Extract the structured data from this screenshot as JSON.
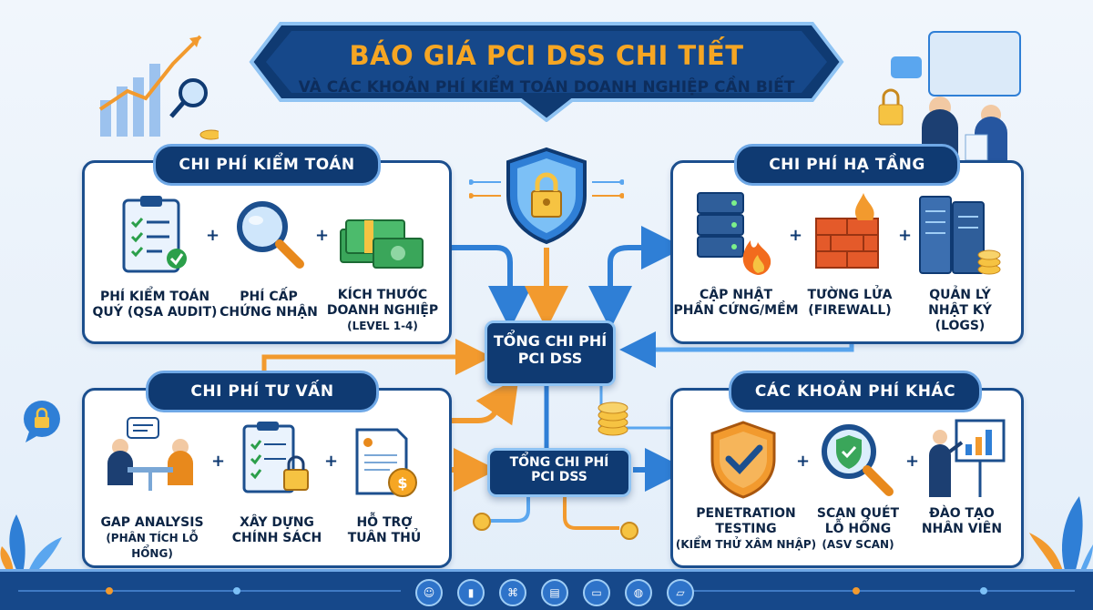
{
  "title": {
    "line1": "BÁO GIÁ PCI DSS CHI TIẾT",
    "line2": "VÀ CÁC KHOẢN PHÍ KIỂM TOÁN DOANH NGHIỆP CẦN BIẾT"
  },
  "hub_top": {
    "line1": "TỔNG CHI PHÍ",
    "line2": "PCI DSS"
  },
  "hub_bottom": {
    "line1": "TỔNG CHI PHÍ",
    "line2": "PCI DSS"
  },
  "audit": {
    "heading": "CHI PHÍ KIỂM TOÁN",
    "items": [
      {
        "icon": "clipboard-checklist-icon",
        "label1": "PHÍ KIỂM TOÁN",
        "label2": "QUÝ (QSA AUDIT)"
      },
      {
        "icon": "magnifier-icon",
        "label1": "PHÍ CẤP",
        "label2": "CHỨNG NHẬN"
      },
      {
        "icon": "money-stack-icon",
        "label1": "KÍCH THƯỚC",
        "label2": "DOANH NGHIỆP",
        "label3": "(LEVEL 1-4)"
      }
    ]
  },
  "infra": {
    "heading": "CHI PHÍ HẠ TẦNG",
    "items": [
      {
        "icon": "server-fire-icon",
        "label1": "CẬP NHẬT",
        "label2": "PHẦN CỨNG/MỀM"
      },
      {
        "icon": "firewall-icon",
        "label1": "TƯỜNG LỬA",
        "label2": "(FIREWALL)"
      },
      {
        "icon": "server-rack-icon",
        "label1": "QUẢN LÝ",
        "label2": "NHẬT KÝ",
        "label3": "(LOGS)"
      }
    ]
  },
  "consult": {
    "heading": "CHI PHÍ TƯ VẤN",
    "items": [
      {
        "icon": "meeting-icon",
        "label1": "GAP ANALYSIS",
        "label2": "(PHÂN TÍCH LỖ HỔNG)"
      },
      {
        "icon": "policy-document-icon",
        "label1": "XÂY DỰNG",
        "label2": "CHÍNH SÁCH"
      },
      {
        "icon": "compliance-invoice-icon",
        "label1": "HỖ TRỢ",
        "label2": "TUÂN THỦ"
      }
    ]
  },
  "other": {
    "heading": "CÁC KHOẢN PHÍ KHÁC",
    "items": [
      {
        "icon": "shield-check-icon",
        "label1": "PENETRATION",
        "label2": "TESTING",
        "label3": "(KIỂM THỬ XÂM NHẬP)"
      },
      {
        "icon": "scan-magnifier-icon",
        "label1": "SCAN QUÉT",
        "label2": "LỖ HỔNG",
        "label3": "(ASV SCAN)"
      },
      {
        "icon": "training-presenter-icon",
        "label1": "ĐÀO TẠO",
        "label2": "NHÂN VIÊN"
      }
    ]
  },
  "plus_sign": "+",
  "colors": {
    "navy": "#0f3a72",
    "accent_orange": "#f6a623",
    "arrow_blue": "#2f7fd6",
    "arrow_orange": "#f29a2e"
  }
}
